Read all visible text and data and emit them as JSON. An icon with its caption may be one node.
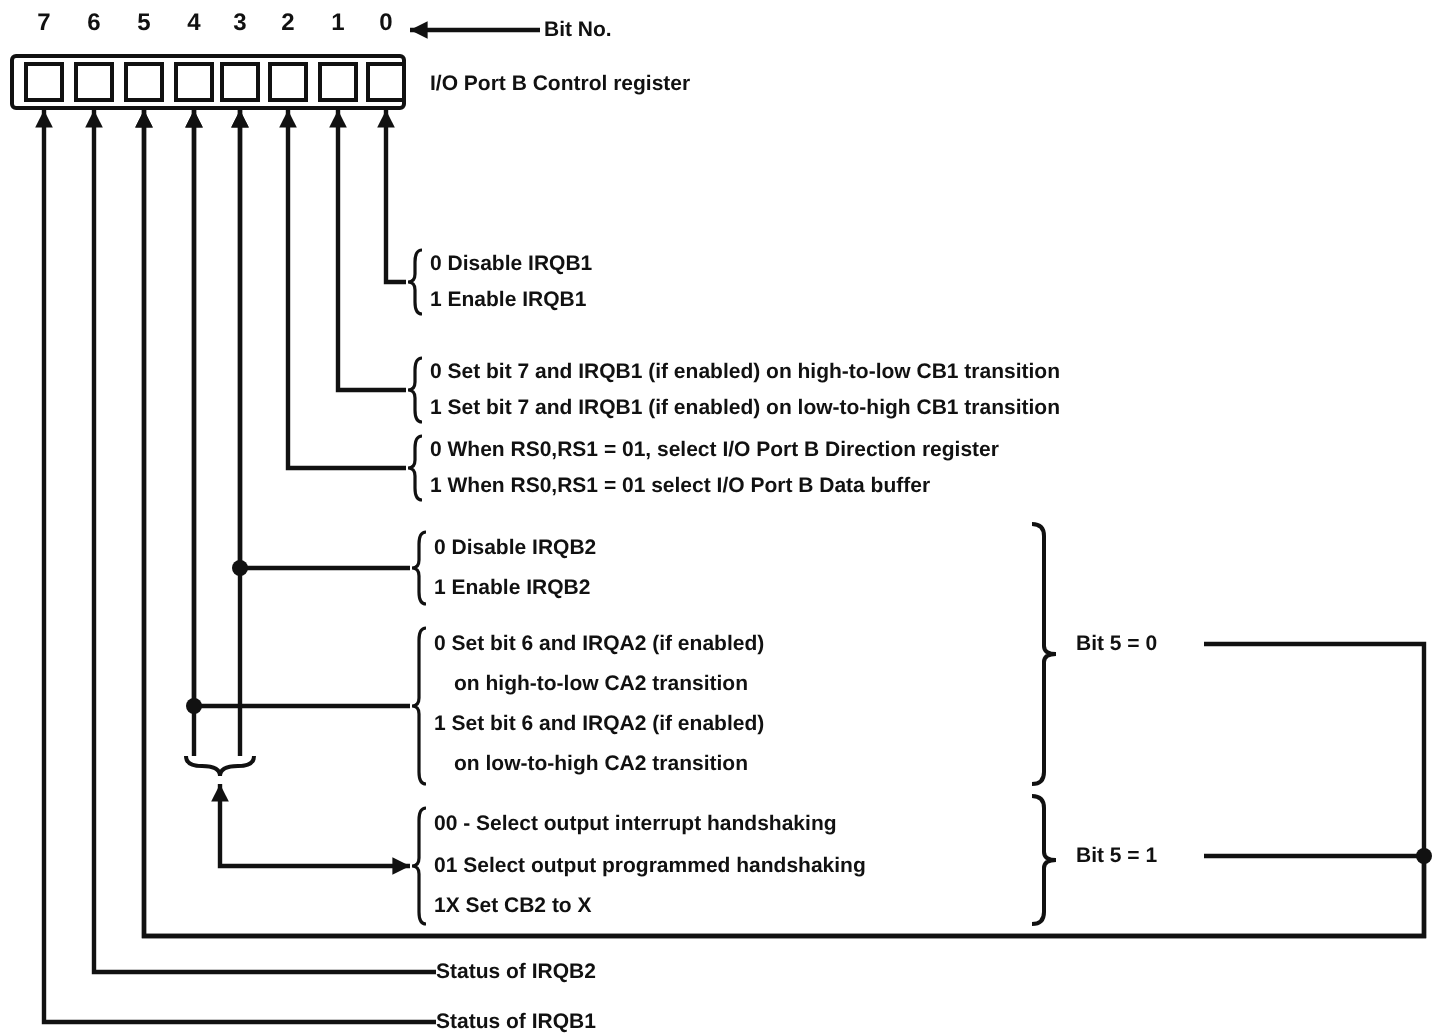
{
  "diagram": {
    "nodes": [
      {
        "text": [
          "I/O Port B Control register"
        ]
      },
      {
        "text": [
          "7"
        ],
        "in": 0
      },
      {
        "text": [
          "6"
        ],
        "in": 0
      },
      {
        "text": [
          "5"
        ],
        "in": 0
      },
      {
        "text": [
          "4"
        ],
        "in": 0
      },
      {
        "text": [
          "3"
        ],
        "in": 0
      },
      {
        "text": [
          "2"
        ],
        "in": 0
      },
      {
        "text": [
          "1"
        ],
        "in": 0
      },
      {
        "text": [
          "0"
        ],
        "in": 0
      },
      {
        "text": [
          "Bit No."
        ]
      },
      {
        "text": [
          "0 Disable IRQB1",
          "1 Enable IRQB1"
        ]
      },
      {
        "text": [
          "0 Set bit 7 and IRQB1 (if enabled) on high-to-low CB1 transition",
          "1 Set bit 7 and IRQB1 (if enabled) on low-to-high CB1 transition"
        ]
      },
      {
        "text": [
          "0 When RS0,RS1 = 01, select I/O Port B Direction register",
          "1 When RS0,RS1 = 01 select I/O Port B Data buffer"
        ]
      },
      {
        "text": [
          "0 Disable IRQB2",
          "1 Enable IRQB2"
        ]
      },
      {
        "text": [
          "0 Set bit 6 and IRQA2 (if enabled) on high-to-low CA2 transition",
          "1 Set bit 6 and IRQA2 (if enabled) on low-to-high CA2 transition"
        ]
      },
      {
        "text": [
          "Bit 5 = 0"
        ]
      },
      {
        "text": [],
        "shape": "brace"
      },
      {
        "text": [
          "00 - Select output interrupt handshaking",
          "01 Select output programmed handshaking",
          "1X Set CB2 to X"
        ]
      },
      {
        "text": [
          "Bit 5 = 1"
        ]
      },
      {
        "text": [
          "Status of IRQB2"
        ]
      },
      {
        "text": [
          "Status of IRQB1"
        ]
      }
    ],
    "edges": [
      {
        "from": 9,
        "to": 8,
        "arrow": "to"
      },
      {
        "from": 10,
        "to": 8,
        "arrow": "to"
      },
      {
        "from": 11,
        "to": 7,
        "arrow": "to"
      },
      {
        "from": 12,
        "to": 6,
        "arrow": "to"
      },
      {
        "from": 13,
        "to": 5,
        "arrow": "to"
      },
      {
        "from": 14,
        "to": 4,
        "arrow": "to"
      },
      {
        "from": 16,
        "to": 4,
        "arrow": "to"
      },
      {
        "from": 16,
        "to": 5,
        "arrow": "to"
      },
      {
        "from": 16,
        "to": 17,
        "arrow": "both"
      },
      {
        "from": 15,
        "to": 3,
        "arrow": "to"
      },
      {
        "from": 18,
        "to": 3,
        "arrow": "to"
      },
      {
        "from": 19,
        "to": 2,
        "arrow": "to"
      },
      {
        "from": 20,
        "to": 1,
        "arrow": "to"
      }
    ]
  }
}
